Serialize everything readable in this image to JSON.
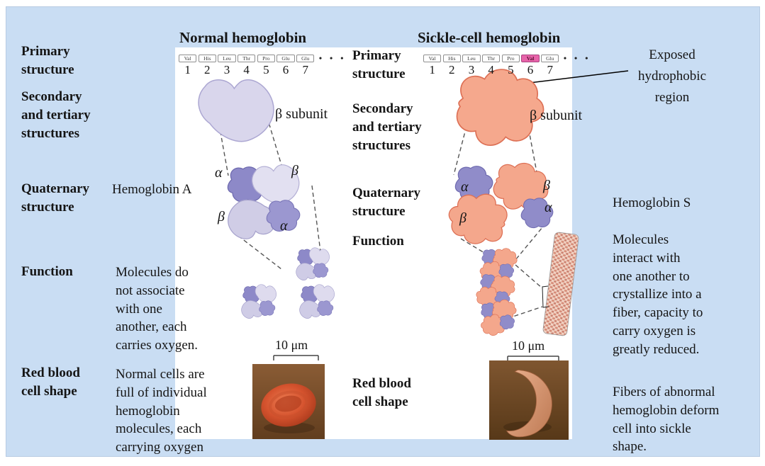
{
  "colors": {
    "background_blue": "#c9ddf3",
    "panel_white": "#ffffff",
    "normal_subunit_light": "#dcd9ee",
    "normal_subunit_dark": "#8d89c8",
    "sickle_subunit_salmon": "#f4a78c",
    "sickle_subunit_purple": "#908cc9",
    "mutation_highlight_pink": "#e763a9"
  },
  "row_labels": {
    "primary": "Primary\nstructure",
    "secondary": "Secondary\nand tertiary\nstructures",
    "quaternary": "Quaternary\nstructure",
    "function": "Function",
    "cell_shape": "Red blood\ncell shape"
  },
  "sequence_numbers": [
    "1",
    "2",
    "3",
    "4",
    "5",
    "6",
    "7"
  ],
  "ellipsis": "• • •",
  "greek": {
    "alpha": "α",
    "beta": "β",
    "beta_subunit": "β subunit"
  },
  "scale_label": "10 μm",
  "columns": {
    "normal": {
      "title": "Normal hemoglobin",
      "molecule_name": "Hemoglobin A",
      "sequence": [
        "Val",
        "His",
        "Leu",
        "Thr",
        "Pro",
        "Glu",
        "Glu"
      ],
      "function_text": "Molecules do\nnot associate\nwith one\nanother, each\ncarries oxygen.",
      "cell_text": "Normal cells are\nfull of individual\nhemoglobin\nmolecules, each\ncarrying oxygen"
    },
    "sickle": {
      "title": "Sickle-cell hemoglobin",
      "molecule_name": "Hemoglobin S",
      "sequence": [
        "Val",
        "His",
        "Leu",
        "Thr",
        "Pro",
        "Val",
        "Glu"
      ],
      "mutated_position": "6",
      "annotation": "Exposed\nhydrophobic\nregion",
      "function_text": "Molecules\ninteract with\none another to\ncrystallize into a\nfiber, capacity to\ncarry oxygen is\ngreatly reduced.",
      "cell_text": "Fibers of abnormal\nhemoglobin deform\ncell into sickle\nshape."
    }
  }
}
